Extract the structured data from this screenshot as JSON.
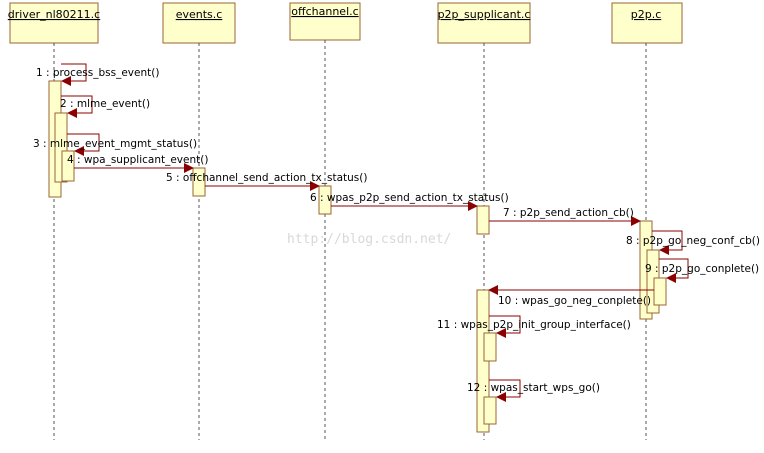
{
  "colors": {
    "box_fill": "#ffffcc",
    "box_stroke": "#996633",
    "arrow": "#8b0000",
    "lifeline": "#555555"
  },
  "lifelines": [
    {
      "id": "driver",
      "name": "driver_nl80211.c"
    },
    {
      "id": "events",
      "name": "events.c"
    },
    {
      "id": "offchannel",
      "name": "offchannel.c"
    },
    {
      "id": "p2psup",
      "name": "p2p_supplicant.c"
    },
    {
      "id": "p2p",
      "name": "p2p.c"
    }
  ],
  "messages": [
    {
      "label": "1 : process_bss_event()",
      "from": "driver",
      "to": "driver",
      "self": true
    },
    {
      "label": "2 : mlme_event()",
      "from": "driver",
      "to": "driver",
      "self": true
    },
    {
      "label": "3 : mlme_event_mgmt_status()",
      "from": "driver",
      "to": "driver",
      "self": true
    },
    {
      "label": "4 : wpa_supplicant_event()",
      "from": "driver",
      "to": "events",
      "self": false
    },
    {
      "label": "5 : offchannel_send_action_tx_status()",
      "from": "events",
      "to": "offchannel",
      "self": false
    },
    {
      "label": "6 : wpas_p2p_send_action_tx_status()",
      "from": "offchannel",
      "to": "p2psup",
      "self": false
    },
    {
      "label": "7 : p2p_send_action_cb()",
      "from": "p2psup",
      "to": "p2p",
      "self": false
    },
    {
      "label": "8 : p2p_go_neg_conf_cb()",
      "from": "p2p",
      "to": "p2p",
      "self": true
    },
    {
      "label": "9 : p2p_go_conplete()",
      "from": "p2p",
      "to": "p2p",
      "self": true
    },
    {
      "label": "10 : wpas_go_neg_conplete()",
      "from": "p2p",
      "to": "p2psup",
      "self": false
    },
    {
      "label": "11 : wpas_p2p_init_group_interface()",
      "from": "p2psup",
      "to": "p2psup",
      "self": true
    },
    {
      "label": "12 : wpas_start_wps_go()",
      "from": "p2psup",
      "to": "p2psup",
      "self": true
    }
  ],
  "watermark": "http://blog.csdn.net/"
}
